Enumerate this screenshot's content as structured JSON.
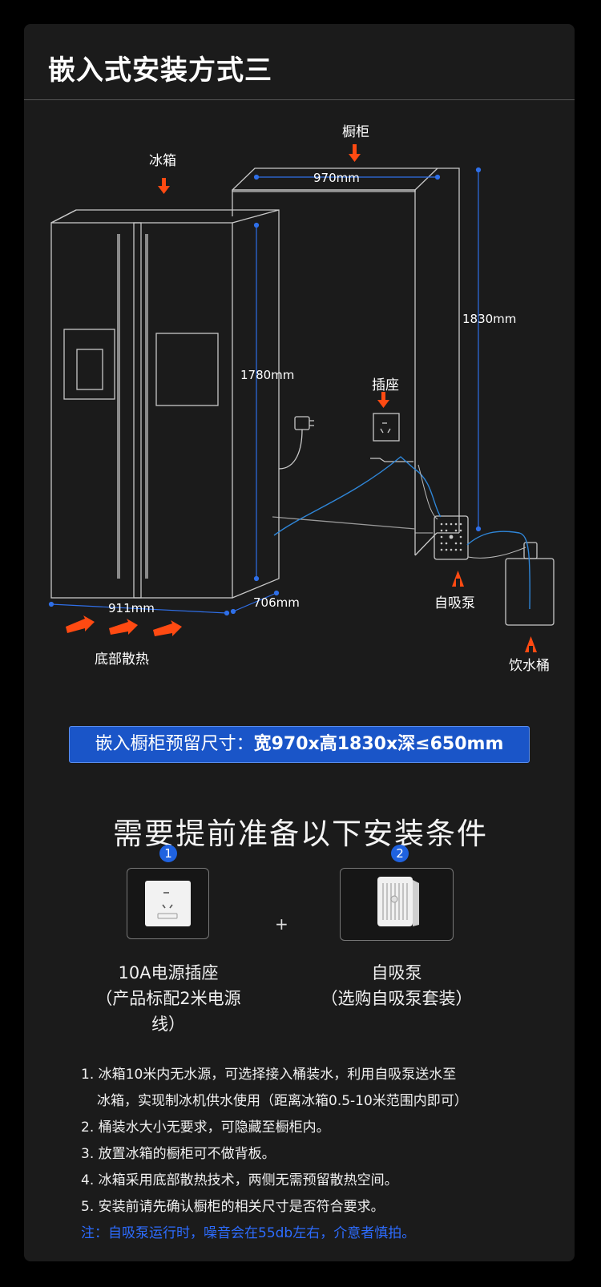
{
  "title": "嵌入式安装方式三",
  "diagram": {
    "cabinet_label": "橱柜",
    "fridge_label": "冰箱",
    "socket_label": "插座",
    "pump_label": "自吸泵",
    "bucket_label": "饮水桶",
    "heat_label": "底部散热",
    "dim_width_cabinet": "970mm",
    "dim_height_cabinet": "1830mm",
    "dim_height_fridge": "1780mm",
    "dim_width_fridge": "911mm",
    "dim_depth_fridge": "706mm"
  },
  "banner": {
    "prefix": "嵌入橱柜预留尺寸：",
    "value": "宽970x高1830x深≤650mm"
  },
  "prep": {
    "heading": "需要提前准备以下安装条件",
    "plus": "+",
    "items": [
      {
        "num": "1",
        "line1": "10A电源插座",
        "line2": "（产品标配2米电源线）",
        "icon": "wall-socket-icon"
      },
      {
        "num": "2",
        "line1": "自吸泵",
        "line2": "（选购自吸泵套装）",
        "icon": "pump-icon"
      }
    ]
  },
  "notes": {
    "n1a": "1. 冰箱10米内无水源，可选择接入桶装水，利用自吸泵送水至",
    "n1b": "冰箱，实现制冰机供水使用（距离冰箱0.5-10米范围内即可）",
    "n2": "2. 桶装水大小无要求，可隐藏至橱柜内。",
    "n3": "3. 放置冰箱的橱柜可不做背板。",
    "n4": "4. 冰箱采用底部散热技术，两侧无需预留散热空间。",
    "n5": "5. 安装前请先确认橱柜的相关尺寸是否符合要求。",
    "warning": "注：自吸泵运行时，噪音会在55db左右，介意者慎拍。"
  },
  "colors": {
    "accent_blue": "#1f62e0",
    "arrow_orange": "#ff4a12",
    "dim_line_blue": "#2f6fe8"
  }
}
